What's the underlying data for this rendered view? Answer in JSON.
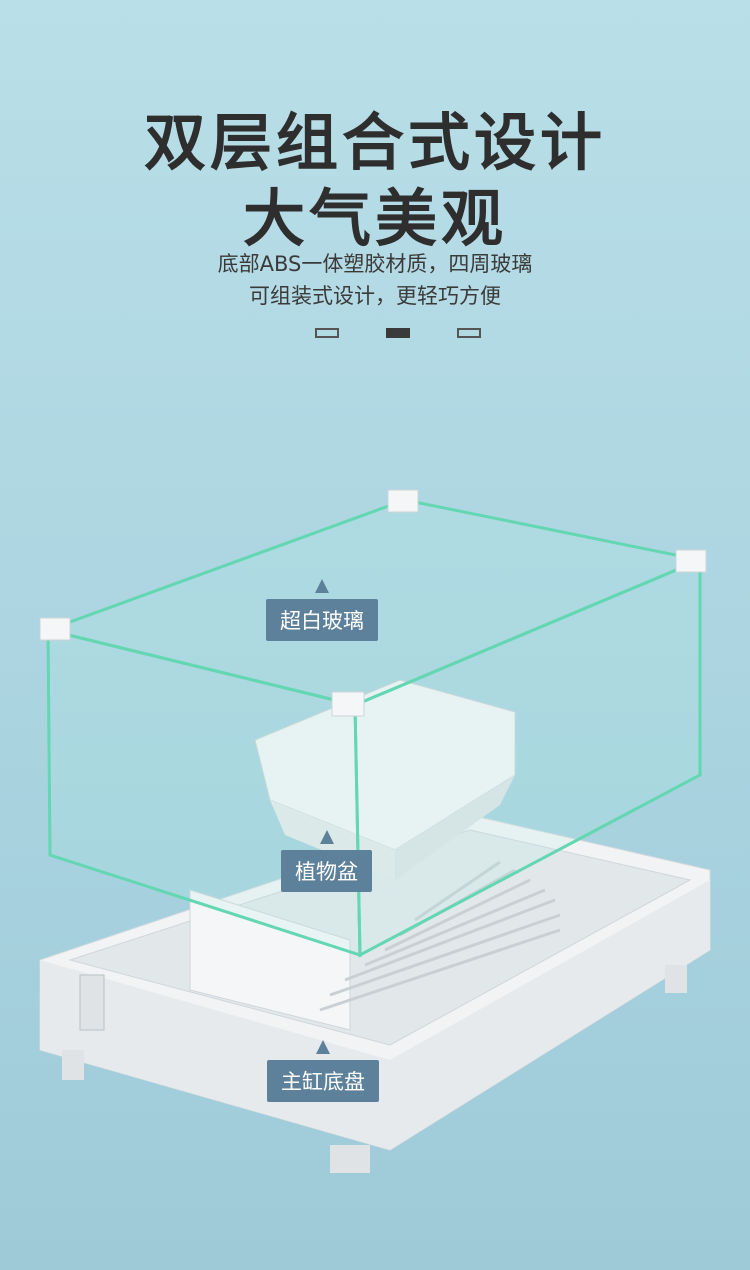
{
  "header": {
    "title_line1": "双层组合式设计",
    "title_line2": "大气美观",
    "subtitle_line1": "底部ABS一体塑胶材质，四周玻璃",
    "subtitle_line2": "可组装式设计，更轻巧方便"
  },
  "pagination": {
    "count": 3,
    "active_index": 1
  },
  "labels": {
    "glass": "超白玻璃",
    "planter": "植物盆",
    "base": "主缸底盘"
  },
  "colors": {
    "label_bg": "#5e819b",
    "glass_edge": "#5fd3b0",
    "background": "#acd5e1"
  }
}
